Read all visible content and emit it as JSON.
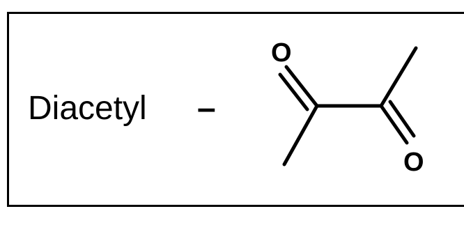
{
  "compound": {
    "name": "Diacetyl",
    "separator": "–"
  },
  "structure": {
    "atoms": {
      "oxygen_top": "O",
      "oxygen_bottom": "O"
    },
    "colors": {
      "line": "#000000",
      "text": "#000000",
      "frame": "#000000",
      "background": "#ffffff"
    }
  }
}
